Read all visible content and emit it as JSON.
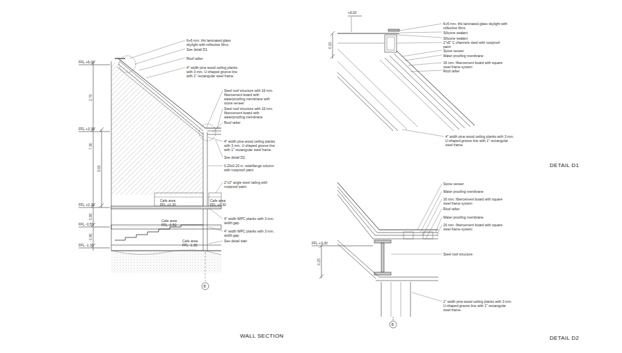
{
  "diagram": {
    "labels": [
      "6+6 mm. thk laminated glass skylight with reflective films.",
      "See detail D1",
      "Roof rafter",
      "4\" width pine wood ceiling planks with 3 mm. U-shaped groove line with 1\" rectangular steel frame.",
      "Steel roof structure with 16 mm. fibercement board with waterproofing membrane with stone veneer",
      "Steel roof structure with 16 mm. fibercement board with waterproofing membrane",
      "Roof rafter",
      "4\" width pine wood ceiling planks with 3 mm. U-shaped groove line with 1\" rectangular steel frame.",
      "See detail D2",
      "0.20x0.20 m. wideflange column with rustproof paint",
      "2\"x3\" angle steel railing with rustproof paint",
      "4\" width WPC planks with 3 mm. width gap.",
      "4\" width WPC planks with 3 mm. width gap.",
      "See detail stair",
      "FFL +6.00",
      "FFL +3.30",
      "FFL +0.30",
      "FFL -0.50",
      "FFL -1.30",
      "2.70",
      "7.30",
      "3.00",
      "0.80",
      "0.80",
      "Cafe area",
      "FFL +0.30",
      "Cafe area",
      "FFL +0.30",
      "Cafe area",
      "FFL -0.50",
      "Cafe area",
      "FFL -1.30",
      "B",
      "WALL SECTION",
      "+6.00",
      "0.15",
      "6+6 mm. thk laminated glass skylight with reflective films.",
      "Silicone sealant",
      "Silicone sealant",
      "2\"x6\" C channels steel with rustproof paint",
      "Stone veneer",
      "Water proofing membrane",
      "16 mm. fibercement board with square steel frame system",
      "Roof rafter",
      "4\" width pine wood ceiling planks with 3 mm. U-shaped groove line with 1\" rectangular steel frame.",
      "DETAIL D1",
      "Stone veneer",
      "Water proofing membrane",
      "16 mm. fibercement board with square steel frame system",
      "Roof rafter",
      "Water proofing membrane",
      "16 mm. fibercement board with square steel frame system",
      "Steel roof structure",
      "1\" width pine wood ceiling planks with 3 mm. U-shaped groove line with 1\" rectangular steel frame.",
      "FFL +3.30",
      "0.25",
      "B",
      "DETAIL D2"
    ]
  }
}
